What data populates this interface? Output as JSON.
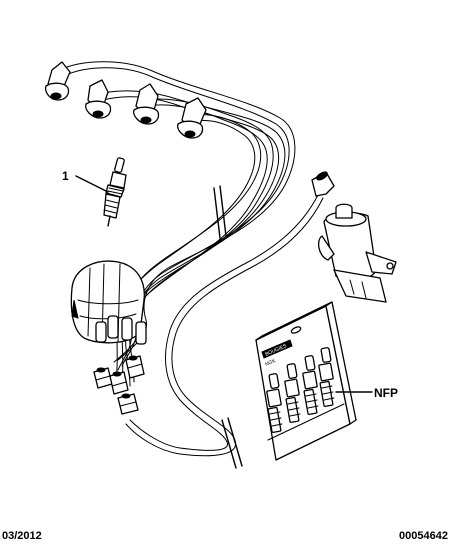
{
  "callouts": {
    "spark_plug": "1",
    "plug_set": "NFP"
  },
  "footer": {
    "date": "03/2012",
    "reference": "00054642"
  },
  "pack": {
    "line1": "BOUGIES",
    "line2": "NGK"
  }
}
